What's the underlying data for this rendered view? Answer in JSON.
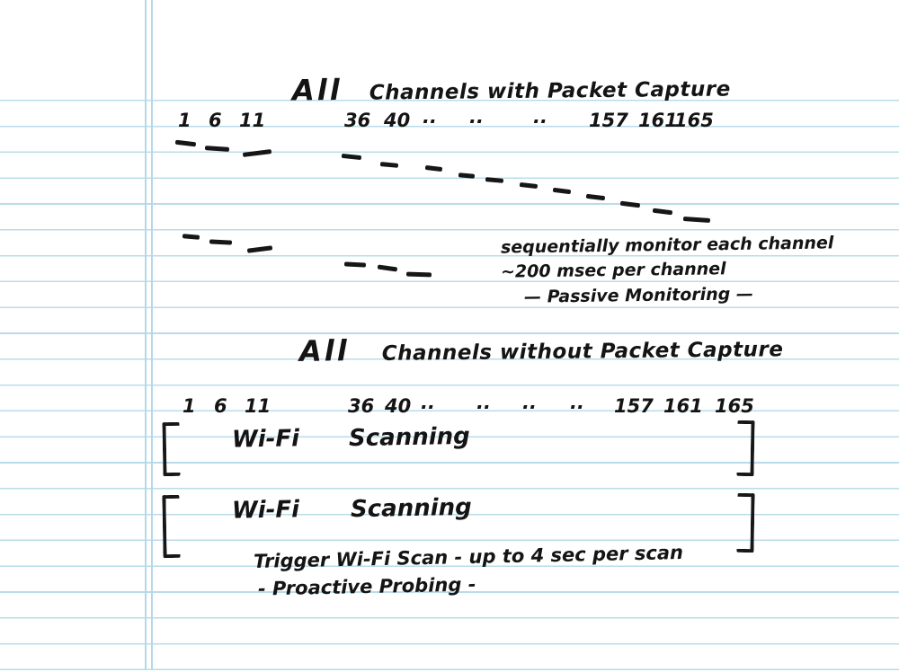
{
  "paper": {
    "ink_color": "#141414",
    "rule_line_color": "#b9dcea",
    "margin_line_color": "#b5d8e8"
  },
  "top_section": {
    "title_word1": "All",
    "title_rest": "Channels with Packet Capture",
    "channels": [
      "1",
      "6",
      "11",
      "36",
      "40",
      "..",
      "..",
      "..",
      "157",
      "161",
      "165"
    ],
    "note_line1": "sequentially monitor each channel",
    "note_line2": "~200 msec  per channel",
    "note_line3": "— Passive Monitoring —"
  },
  "bottom_section": {
    "title_word1": "All",
    "title_rest": "Channels without Packet Capture",
    "channels": [
      "1",
      "6",
      "11",
      "36",
      "40",
      "..",
      "..",
      "..",
      "..",
      "157",
      "161",
      "165"
    ],
    "scan_row1": {
      "word1": "Wi-Fi",
      "word2": "Scanning"
    },
    "scan_row2": {
      "word1": "Wi-Fi",
      "word2": "Scanning"
    },
    "note_line1": "Trigger Wi-Fi Scan - up to 4 sec per scan",
    "note_line2": "- Proactive Probing -"
  },
  "diagram_marks": {
    "staircase_with_capture": [
      [
        195,
        157,
        23,
        7
      ],
      [
        228,
        163,
        27,
        4
      ],
      [
        270,
        168,
        32,
        -7
      ],
      [
        380,
        172,
        22,
        6
      ],
      [
        423,
        181,
        20,
        5
      ],
      [
        473,
        185,
        19,
        7
      ],
      [
        510,
        193,
        18,
        5
      ],
      [
        540,
        198,
        20,
        5
      ],
      [
        578,
        204,
        20,
        6
      ],
      [
        615,
        210,
        20,
        7
      ],
      [
        652,
        217,
        21,
        7
      ],
      [
        690,
        225,
        22,
        7
      ],
      [
        726,
        233,
        22,
        7
      ],
      [
        760,
        242,
        30,
        4
      ]
    ],
    "staircase_passive": [
      [
        203,
        261,
        19,
        5
      ],
      [
        233,
        267,
        25,
        3
      ],
      [
        275,
        275,
        28,
        -7
      ],
      [
        383,
        292,
        24,
        3
      ],
      [
        420,
        296,
        22,
        8
      ],
      [
        452,
        303,
        28,
        2
      ]
    ]
  }
}
